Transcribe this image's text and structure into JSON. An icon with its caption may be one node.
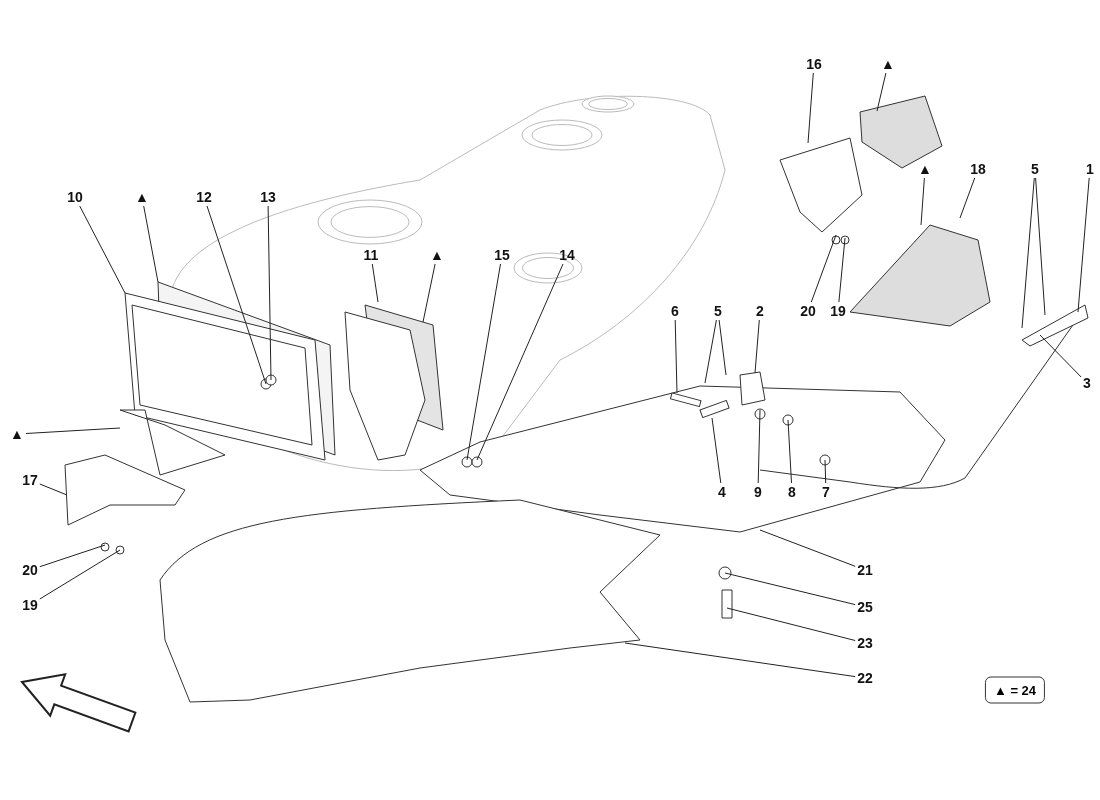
{
  "diagram": {
    "nodes": [
      {
        "text": [
          "10"
        ]
      },
      {
        "text": [
          "▲"
        ]
      },
      {
        "text": [
          "12"
        ]
      },
      {
        "text": [
          "13"
        ]
      },
      {
        "text": [
          "11"
        ]
      },
      {
        "text": [
          "▲"
        ]
      },
      {
        "text": [
          "15"
        ]
      },
      {
        "text": [
          "14"
        ]
      },
      {
        "text": [
          "16"
        ]
      },
      {
        "text": [
          "▲"
        ]
      },
      {
        "text": [
          "▲"
        ]
      },
      {
        "text": [
          "18"
        ]
      },
      {
        "text": [
          "5"
        ]
      },
      {
        "text": [
          "1"
        ]
      },
      {
        "text": [
          "3"
        ]
      },
      {
        "text": [
          "6"
        ]
      },
      {
        "text": [
          "5"
        ]
      },
      {
        "text": [
          "2"
        ]
      },
      {
        "text": [
          "20"
        ]
      },
      {
        "text": [
          "19"
        ]
      },
      {
        "text": [
          "4"
        ]
      },
      {
        "text": [
          "9"
        ]
      },
      {
        "text": [
          "8"
        ]
      },
      {
        "text": [
          "7"
        ]
      },
      {
        "text": [
          "21"
        ]
      },
      {
        "text": [
          "25"
        ]
      },
      {
        "text": [
          "23"
        ]
      },
      {
        "text": [
          "22"
        ]
      },
      {
        "text": [
          "▲"
        ]
      },
      {
        "text": [
          "17"
        ]
      },
      {
        "text": [
          "20"
        ]
      },
      {
        "text": [
          "19"
        ]
      },
      {
        "text": [
          "▲ = 24"
        ]
      }
    ],
    "edges": [
      {
        "from": 0,
        "to": null,
        "arrow": "none"
      },
      {
        "from": 1,
        "to": null,
        "arrow": "none"
      },
      {
        "from": 2,
        "to": null,
        "arrow": "none"
      },
      {
        "from": 3,
        "to": null,
        "arrow": "none"
      },
      {
        "from": 4,
        "to": null,
        "arrow": "none"
      },
      {
        "from": 5,
        "to": null,
        "arrow": "none"
      },
      {
        "from": 6,
        "to": null,
        "arrow": "none"
      },
      {
        "from": 7,
        "to": null,
        "arrow": "none"
      },
      {
        "from": 8,
        "to": null,
        "arrow": "none"
      },
      {
        "from": 9,
        "to": null,
        "arrow": "none"
      },
      {
        "from": 10,
        "to": null,
        "arrow": "none"
      },
      {
        "from": 11,
        "to": null,
        "arrow": "none"
      },
      {
        "from": 12,
        "to": null,
        "arrow": "none"
      },
      {
        "from": 12,
        "to": null,
        "arrow": "none"
      },
      {
        "from": 13,
        "to": null,
        "arrow": "none"
      },
      {
        "from": 14,
        "to": null,
        "arrow": "none"
      },
      {
        "from": 15,
        "to": null,
        "arrow": "none"
      },
      {
        "from": 16,
        "to": null,
        "arrow": "none"
      },
      {
        "from": 16,
        "to": null,
        "arrow": "none"
      },
      {
        "from": 17,
        "to": null,
        "arrow": "none"
      },
      {
        "from": 18,
        "to": null,
        "arrow": "none"
      },
      {
        "from": 19,
        "to": null,
        "arrow": "none"
      },
      {
        "from": 20,
        "to": null,
        "arrow": "none"
      },
      {
        "from": 21,
        "to": null,
        "arrow": "none"
      },
      {
        "from": 22,
        "to": null,
        "arrow": "none"
      },
      {
        "from": 23,
        "to": null,
        "arrow": "none"
      },
      {
        "from": 24,
        "to": null,
        "arrow": "none"
      },
      {
        "from": 25,
        "to": null,
        "arrow": "none"
      },
      {
        "from": 26,
        "to": null,
        "arrow": "none"
      },
      {
        "from": 27,
        "to": null,
        "arrow": "none"
      },
      {
        "from": 28,
        "to": null,
        "arrow": "none"
      },
      {
        "from": 29,
        "to": null,
        "arrow": "none"
      },
      {
        "from": 30,
        "to": null,
        "arrow": "none"
      },
      {
        "from": 31,
        "to": null,
        "arrow": "none"
      }
    ]
  }
}
